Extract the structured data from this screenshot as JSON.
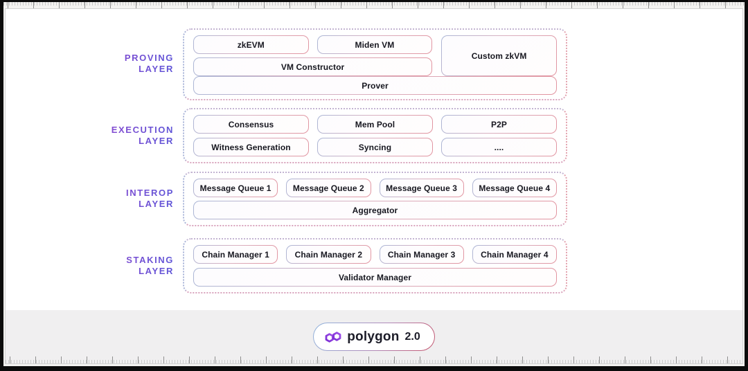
{
  "layers": {
    "proving": {
      "label_line1": "PROVING",
      "label_line2": "LAYER",
      "boxes": {
        "zkevm": "zkEVM",
        "miden": "Miden VM",
        "vm_constructor": "VM Constructor",
        "custom_zkvm": "Custom zkVM",
        "prover": "Prover"
      }
    },
    "execution": {
      "label_line1": "EXECUTION",
      "label_line2": "LAYER",
      "boxes": {
        "consensus": "Consensus",
        "mem_pool": "Mem Pool",
        "p2p": "P2P",
        "witness_generation": "Witness Generation",
        "syncing": "Syncing",
        "more": "...."
      }
    },
    "interop": {
      "label_line1": "INTEROP",
      "label_line2": "LAYER",
      "boxes": {
        "message_queue_1": "Message Queue 1",
        "message_queue_2": "Message Queue 2",
        "message_queue_3": "Message Queue 3",
        "message_queue_4": "Message Queue 4",
        "aggregator": "Aggregator"
      }
    },
    "staking": {
      "label_line1": "STAKING",
      "label_line2": "LAYER",
      "boxes": {
        "chain_manager_1": "Chain Manager 1",
        "chain_manager_2": "Chain Manager 2",
        "chain_manager_3": "Chain Manager 3",
        "chain_manager_4": "Chain Manager 4",
        "validator_manager": "Validator Manager"
      }
    }
  },
  "footer": {
    "brand": "polygon",
    "version": "2.0"
  },
  "colors": {
    "label_gradient_from": "#ae3ec9",
    "label_gradient_to": "#5f55d7",
    "box_border_from": "#aab6d6",
    "box_border_to": "#e2939f",
    "container_dot_pink": "#e3a2ae",
    "container_dot_blue": "#a9b4d8",
    "logo_purple": "#8b3fd9",
    "pill_border_from": "#8fb4dd",
    "pill_border_to": "#c4526a",
    "footer_bg": "#f0eff0"
  }
}
